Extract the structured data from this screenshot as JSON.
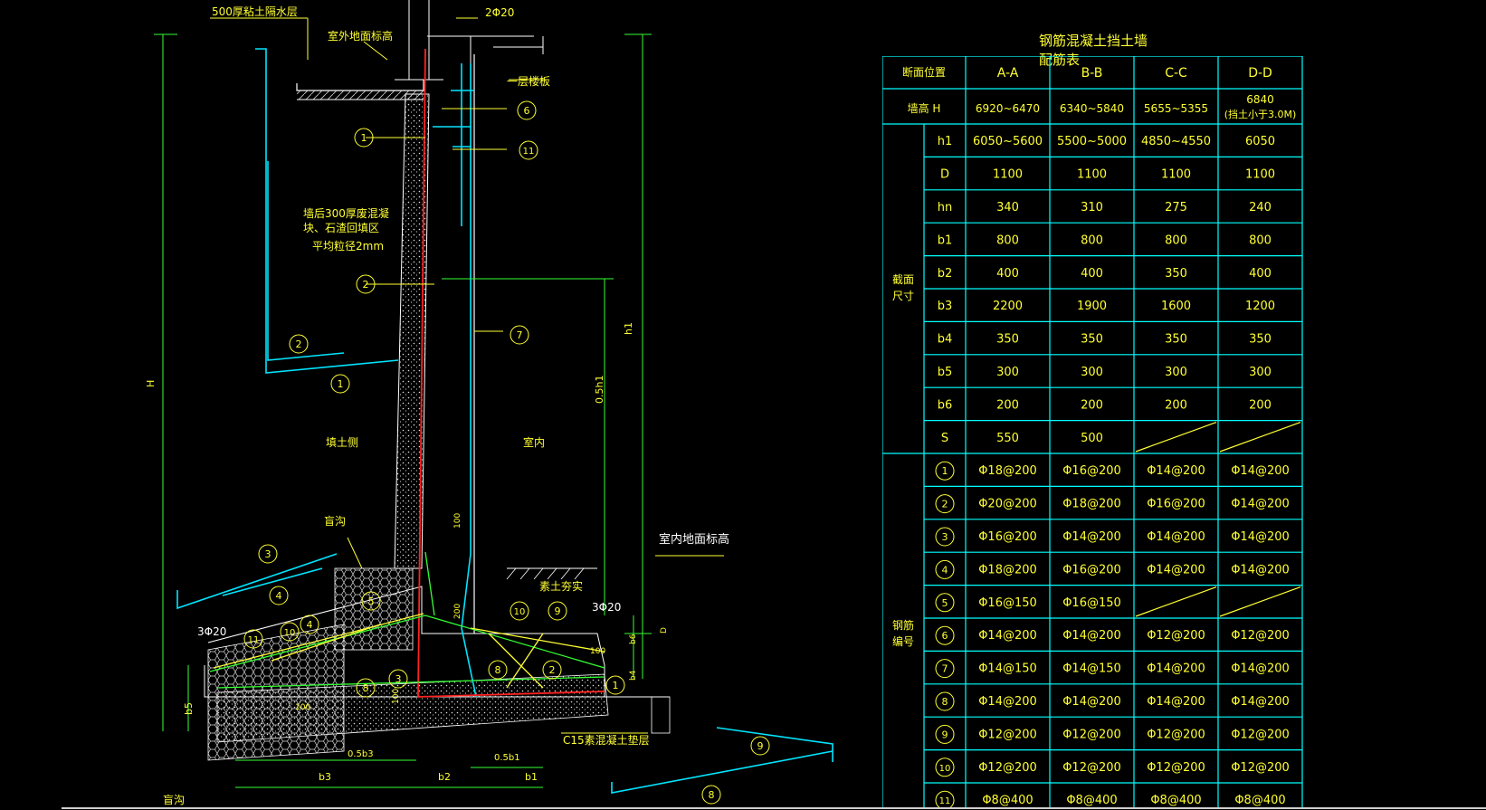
{
  "drawing": {
    "labels": {
      "drain_top": "500厚粘土隔水层",
      "outdoor_grade": "室外地面标高",
      "floor_slab": "一层楼板",
      "rebar_top": "2Φ20",
      "backfill_line1": "墙后300厚废混凝",
      "backfill_line2": "块、石渣回填区",
      "backfill_line3": "平均粒径2mm",
      "soil_side": "填土侧",
      "indoor": "室内",
      "drain_ditch": "盲沟",
      "indoor_grade": "室内地面标高",
      "compacted": "素土夯实",
      "rebar_left": "3Φ20",
      "rebar_right": "3Φ20",
      "cushion": "C15素混凝土垫层",
      "drain_bottom": "盲沟",
      "dim_H": "H",
      "dim_h1": "h1",
      "dim_half_h1": "0.5h1",
      "dim_100a": "100",
      "dim_200": "200",
      "dim_100b": "100",
      "dim_100c": "100",
      "dim_100d": "100",
      "dim_b6": "b6",
      "dim_D": "D",
      "dim_b4": "b4",
      "dim_b5": "b5",
      "dim_b3": "b3",
      "dim_b2": "b2",
      "dim_b1": "b1",
      "dim_half_b3": "0.5b3",
      "dim_half_b1": "0.5b1"
    },
    "markers": [
      "1",
      "2",
      "3",
      "4",
      "5",
      "6",
      "7",
      "8",
      "9",
      "10",
      "11"
    ]
  },
  "table": {
    "title": "钢筋混凝土挡土墙配筋表",
    "header_label": "断面位置",
    "columns": [
      "A-A",
      "B-B",
      "C-C",
      "D-D"
    ],
    "wall_height_label": "墙高 H",
    "wall_height": [
      "6920~6470",
      "6340~5840",
      "5655~5355",
      "6840",
      "(挡土小于3.0M)"
    ],
    "section_group": "截面尺寸",
    "section_rows": [
      {
        "label": "h1",
        "values": [
          "6050~5600",
          "5500~5000",
          "4850~4550",
          "6050"
        ]
      },
      {
        "label": "D",
        "values": [
          "1100",
          "1100",
          "1100",
          "1100"
        ]
      },
      {
        "label": "hn",
        "values": [
          "340",
          "310",
          "275",
          "240"
        ]
      },
      {
        "label": "b1",
        "values": [
          "800",
          "800",
          "800",
          "800"
        ]
      },
      {
        "label": "b2",
        "values": [
          "400",
          "400",
          "350",
          "400"
        ]
      },
      {
        "label": "b3",
        "values": [
          "2200",
          "1900",
          "1600",
          "1200"
        ]
      },
      {
        "label": "b4",
        "values": [
          "350",
          "350",
          "350",
          "350"
        ]
      },
      {
        "label": "b5",
        "values": [
          "300",
          "300",
          "300",
          "300"
        ]
      },
      {
        "label": "b6",
        "values": [
          "200",
          "200",
          "200",
          "200"
        ]
      },
      {
        "label": "S",
        "values": [
          "550",
          "500",
          "",
          ""
        ]
      }
    ],
    "rebar_group": "钢筋编号",
    "rebar_rows": [
      {
        "label": "1",
        "values": [
          "Φ18@200",
          "Φ16@200",
          "Φ14@200",
          "Φ14@200"
        ]
      },
      {
        "label": "2",
        "values": [
          "Φ20@200",
          "Φ18@200",
          "Φ16@200",
          "Φ14@200"
        ]
      },
      {
        "label": "3",
        "values": [
          "Φ16@200",
          "Φ14@200",
          "Φ14@200",
          "Φ14@200"
        ]
      },
      {
        "label": "4",
        "values": [
          "Φ18@200",
          "Φ16@200",
          "Φ14@200",
          "Φ14@200"
        ]
      },
      {
        "label": "5",
        "values": [
          "Φ16@150",
          "Φ16@150",
          "",
          ""
        ]
      },
      {
        "label": "6",
        "values": [
          "Φ14@200",
          "Φ14@200",
          "Φ12@200",
          "Φ12@200"
        ]
      },
      {
        "label": "7",
        "values": [
          "Φ14@150",
          "Φ14@150",
          "Φ14@200",
          "Φ14@200"
        ]
      },
      {
        "label": "8",
        "values": [
          "Φ14@200",
          "Φ14@200",
          "Φ14@200",
          "Φ14@200"
        ]
      },
      {
        "label": "9",
        "values": [
          "Φ12@200",
          "Φ12@200",
          "Φ12@200",
          "Φ12@200"
        ]
      },
      {
        "label": "10",
        "values": [
          "Φ12@200",
          "Φ12@200",
          "Φ12@200",
          "Φ12@200"
        ]
      },
      {
        "label": "11",
        "values": [
          "Φ8@400",
          "Φ8@400",
          "Φ8@400",
          "Φ8@400"
        ]
      }
    ]
  }
}
